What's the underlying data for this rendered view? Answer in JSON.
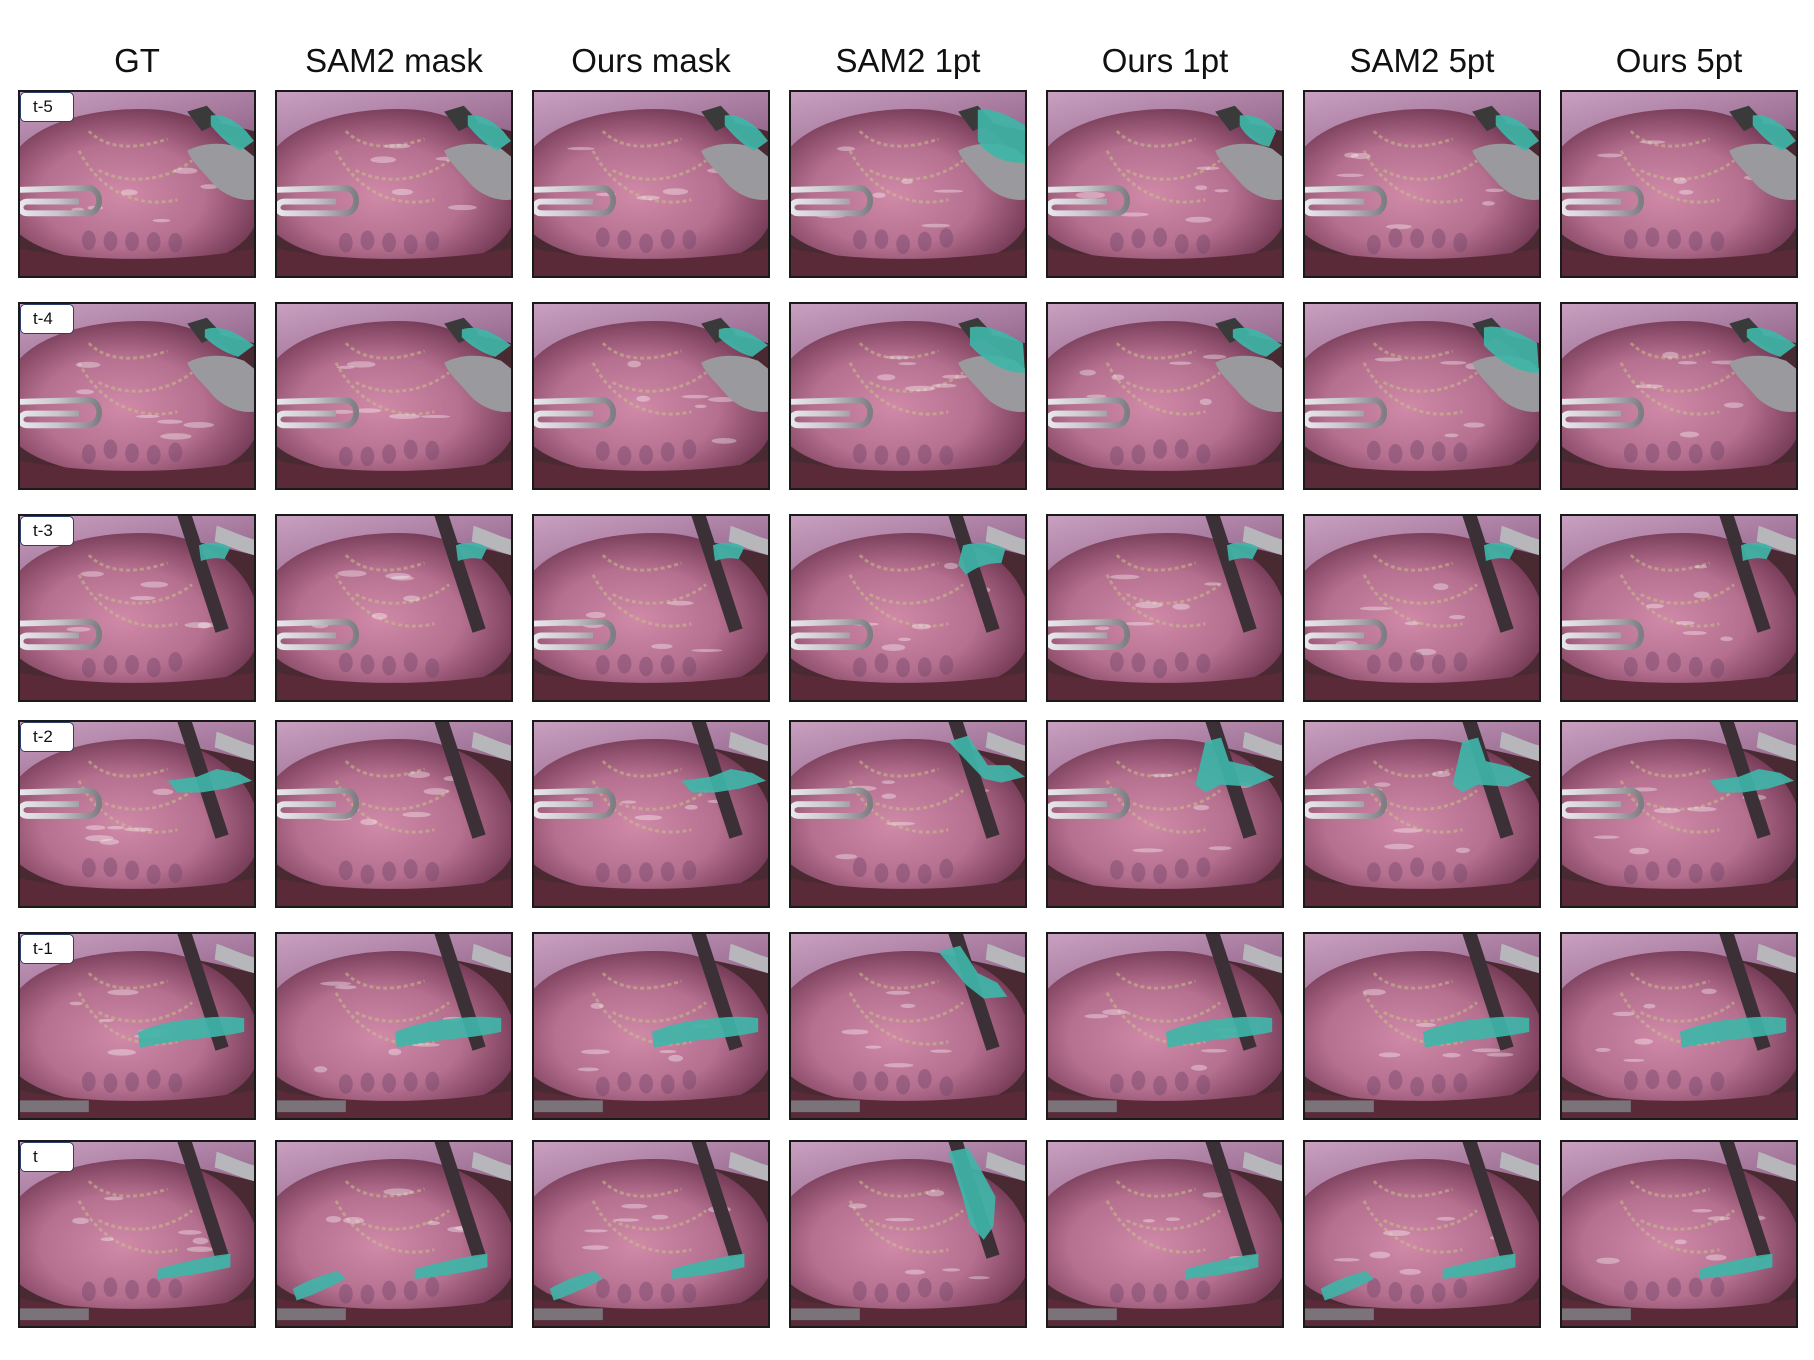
{
  "figure": {
    "columns": [
      {
        "id": "gt",
        "label": "GT"
      },
      {
        "id": "sam2-mask",
        "label": "SAM2 mask"
      },
      {
        "id": "ours-mask",
        "label": "Ours mask"
      },
      {
        "id": "sam2-1pt",
        "label": "SAM2 1pt"
      },
      {
        "id": "ours-1pt",
        "label": "Ours 1pt"
      },
      {
        "id": "sam2-5pt",
        "label": "SAM2 5pt"
      },
      {
        "id": "ours-5pt",
        "label": "Ours 5pt"
      }
    ],
    "rows": [
      {
        "id": "t-5",
        "label": "t-5"
      },
      {
        "id": "t-4",
        "label": "t-4"
      },
      {
        "id": "t-3",
        "label": "t-3"
      },
      {
        "id": "t-2",
        "label": "t-2"
      },
      {
        "id": "t-1",
        "label": "t-1"
      },
      {
        "id": "t",
        "label": "t"
      }
    ]
  },
  "colors": {
    "tissue": "#b56f8f",
    "tissue_dark": "#6e3550",
    "background": "#4a2a32",
    "membrane": "#c9a0c0",
    "mask": "#3fb5a8",
    "instrument_metal": "#c8c8cc",
    "instrument_grey": "#9a9a9e",
    "suture": "#c9c08a"
  }
}
